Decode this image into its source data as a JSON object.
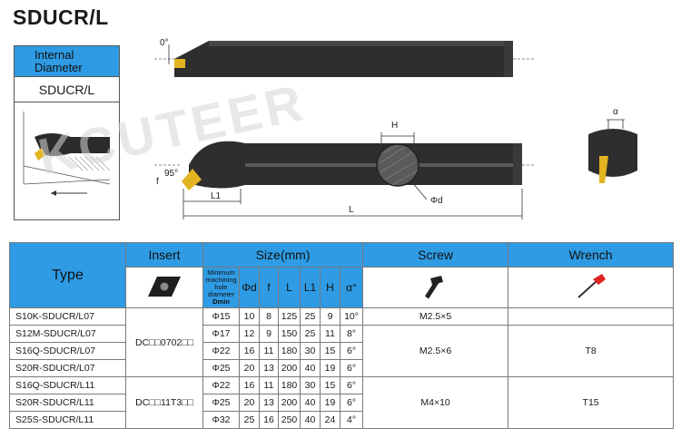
{
  "title": "SDUCR/L",
  "category_label": "Internal Diameter",
  "model_label": "SDUCR/L",
  "watermark": "KCUTEER",
  "diagram": {
    "angle_top": "0°",
    "dim_H": "H",
    "dim_f": "f",
    "dim_95": "95°",
    "dim_L1": "L1",
    "dim_L": "L",
    "dim_phid": "Φd",
    "dim_alpha": "α"
  },
  "table": {
    "headers": {
      "type": "Type",
      "insert": "Insert",
      "size": "Size(mm)",
      "screw": "Screw",
      "wrench": "Wrench",
      "dmin_line1": "Minimum machining hole diameter",
      "dmin_line2": "Dmin",
      "phid": "Φd",
      "f": "f",
      "L": "L",
      "L1": "L1",
      "H": "H",
      "alpha": "α°"
    },
    "rows": [
      {
        "type": "S10K-SDUCR/L07",
        "dmin": "Φ15",
        "phid": "10",
        "f": "8",
        "L": "125",
        "L1": "25",
        "H": "9",
        "alpha": "10°"
      },
      {
        "type": "S12M-SDUCR/L07",
        "dmin": "Φ17",
        "phid": "12",
        "f": "9",
        "L": "150",
        "L1": "25",
        "H": "11",
        "alpha": "8°"
      },
      {
        "type": "S16Q-SDUCR/L07",
        "dmin": "Φ22",
        "phid": "16",
        "f": "11",
        "L": "180",
        "L1": "30",
        "H": "15",
        "alpha": "6°"
      },
      {
        "type": "S20R-SDUCR/L07",
        "dmin": "Φ25",
        "phid": "20",
        "f": "13",
        "L": "200",
        "L1": "40",
        "H": "19",
        "alpha": "6°"
      },
      {
        "type": "S16Q-SDUCR/L11",
        "dmin": "Φ22",
        "phid": "16",
        "f": "11",
        "L": "180",
        "L1": "30",
        "H": "15",
        "alpha": "6°"
      },
      {
        "type": "S20R-SDUCR/L11",
        "dmin": "Φ25",
        "phid": "20",
        "f": "13",
        "L": "200",
        "L1": "40",
        "H": "19",
        "alpha": "6°"
      },
      {
        "type": "S25S-SDUCR/L11",
        "dmin": "Φ32",
        "phid": "25",
        "f": "16",
        "L": "250",
        "L1": "40",
        "H": "24",
        "alpha": "4°"
      }
    ],
    "insert_groups": [
      "DC□□0702□□",
      "DC□□11T3□□"
    ],
    "screw_values": [
      "M2.5×5",
      "M2.5×6",
      "M4×10"
    ],
    "wrench_values": [
      "T8",
      "T15"
    ]
  }
}
